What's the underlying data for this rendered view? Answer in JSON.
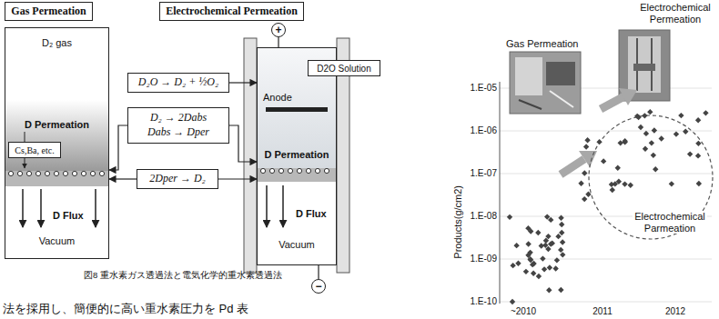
{
  "diagram": {
    "caption": "図8 重水素ガス透過法と電気化学的重水素透過法",
    "nodes": [
      {
        "text": [
          "Gas Permeation"
        ]
      },
      {
        "text": [
          "Electrochemical Permeation"
        ]
      },
      {
        "text": [
          "D₂ gas",
          "D Permeation",
          "D Flux",
          "Vacuum"
        ]
      },
      {
        "text": [
          "Cs,Ba, etc."
        ],
        "in": 2
      },
      {
        "text": [
          "D₂O → D₂ + ½O₂"
        ]
      },
      {
        "text": [
          "D₂ → 2Dabs",
          "Dabs → Dper"
        ]
      },
      {
        "text": [
          "2Dper → D₂"
        ]
      },
      {
        "text": [
          "+"
        ]
      },
      {
        "text": [
          "Anode",
          "D Permeation",
          "D Flux",
          "Vacuum"
        ]
      },
      {
        "text": [
          "D2O Solution"
        ]
      },
      {
        "text": [
          "−"
        ]
      }
    ],
    "edges": [
      {
        "from": 4,
        "to": 8,
        "arrow": "to"
      },
      {
        "from": 5,
        "to": 2,
        "arrow": "to"
      },
      {
        "from": 5,
        "to": 8,
        "arrow": "to"
      },
      {
        "from": 6,
        "to": 2,
        "arrow": "to"
      },
      {
        "from": 6,
        "to": 8,
        "arrow": "to"
      },
      {
        "from": 7,
        "to": 8,
        "arrow": "none"
      },
      {
        "from": 8,
        "to": 10,
        "arrow": "none"
      }
    ],
    "labels": [
      "Gas Permeation",
      "Electrochemical Permeation",
      "1.E-05",
      "1.E-06",
      "1.E-07",
      "1.E-08",
      "1.E-09",
      "1.E-10",
      "Products(g/cm2)",
      "~2010",
      "2011",
      "2012",
      "Electrochemical Parmeation",
      "法を採用し、簡便的に高い重水素圧力を Pd 表"
    ]
  }
}
